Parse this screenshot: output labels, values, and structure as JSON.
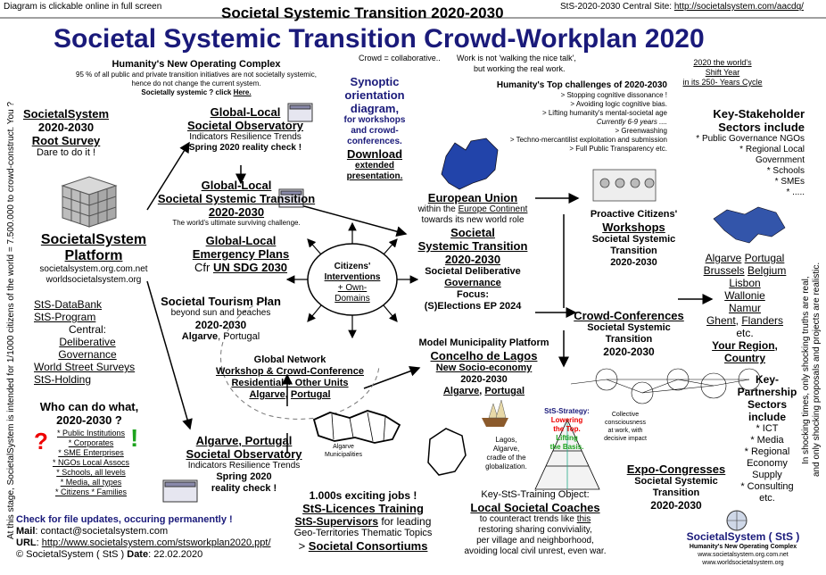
{
  "header": {
    "clickable_note": "Diagram is clickable online in full screen",
    "top_title": "Societal Systemic Transition 2020-2030",
    "central_site_label": "StS-2020-2030 Central Site:",
    "central_site_url": "http://societalsystem.com/aacdq/",
    "main_title": "Societal Systemic Transition Crowd-Workplan 2020"
  },
  "side_texts": {
    "left": "At this stage, SocietalSystem is intended for 1/1000 citizens of the world = 7.500.000 to crowd-construct. You ?",
    "right_1": "In shocking times, only shocking truths are real,",
    "right_2": "and only shocking proposals and projects are realistic."
  },
  "operating_complex": {
    "title": "Humanity's New Operating Complex",
    "line1": "95 % of all public and private transition initiatives are not societally systemic,",
    "line2": "hence do not change the current system.",
    "line3_pre": "Societally systemic ? click",
    "line3_link": "Here."
  },
  "crowd_note": {
    "line1": "Crowd = collaborative..",
    "line2": "Work is not 'walking the nice talk',",
    "line3": "but working the real work."
  },
  "shift_year": {
    "line1": "2020 the world's",
    "line2": "Shift Year",
    "line3": "in its 250- Years Cycle"
  },
  "synoptic": {
    "line1": "Synoptic",
    "line2": "orientation",
    "line3": "diagram,",
    "line4": "for workshops",
    "line5": "and crowd-",
    "line6": "conferences.",
    "line7": "Download",
    "line8": "extended",
    "line9": "presentation."
  },
  "challenges": {
    "title": "Humanity's Top challenges of 2020-2030",
    "items": [
      "> Stopping cognitive dissonance !",
      "> Avoiding logic cognitive bias.",
      "> Lifting humanity's mental-societal age",
      "Currently 6-9 years ....",
      "> Greenwashing",
      "> Techno-mercantilist exploitation and submission",
      "> Full Public Transparency  etc."
    ]
  },
  "key_stakeholder": {
    "title1": "Key-Stakeholder",
    "title2": "Sectors include",
    "items": [
      "* Public Governance NGOs",
      "* Regional Local",
      "Government",
      "* Schools",
      "* SMEs",
      "* ....."
    ]
  },
  "root_survey": {
    "line1": "SocietalSystem",
    "line2": "2020-2030",
    "line3": "Root Survey",
    "line4": "Dare to do it !"
  },
  "platform": {
    "line1": "SocietalSystem",
    "line2": "Platform",
    "line3": "societalsystem.org.com.net",
    "line4": "worldsocietalsystem.org"
  },
  "observatory_top": {
    "line1": "Global-Local",
    "line2": "Societal Observatory",
    "line3": "Indicators Resilience Trends",
    "line4": "Spring 2020 reality check !"
  },
  "sst_global": {
    "line1": "Global-Local",
    "line2": "Societal Systemic Transition",
    "line3": "2020-2030",
    "line4": "The world's ultimate surviving challenge."
  },
  "emergency": {
    "line1": "Global-Local",
    "line2": "Emergency Plans",
    "line3_pre": "Cfr",
    "line3_link": "UN SDG 2030"
  },
  "tourism": {
    "line1": "Societal Tourism Plan",
    "line2": "beyond sun and beaches",
    "line3": "2020-2030",
    "line4_a": "Algarve",
    "line4_b": ", Portugal"
  },
  "eu": {
    "line1": "European Union",
    "line2_pre": "within the",
    "line2_link": "Europe Continent",
    "line3": "towards its new world role",
    "line4": "Societal",
    "line5": "Systemic Transition",
    "line6": "2020-2030",
    "line7": "Societal Deliberative",
    "line8": "Governance",
    "line9": "Focus:",
    "line10": "(S)Elections EP 2024"
  },
  "citizens": {
    "line1": "Citizens'",
    "line2": "Interventions",
    "line3": "+ Own-",
    "line4": "Domains"
  },
  "proactive": {
    "line1": "Proactive Citizens'",
    "line2": "Workshops",
    "line3": "Societal Systemic",
    "line4": "Transition",
    "line5": "2020-2030"
  },
  "regions": {
    "row1_a": "Algarve",
    "row1_b": "Portugal",
    "row2_a": "Brussels",
    "row2_b": "Belgium",
    "row3": "Lisbon",
    "row4": "Wallonie",
    "row5": "Namur",
    "row6_a": "Ghent",
    "row6_b": "Flanders",
    "row7": "etc.",
    "row8": "Your Region,",
    "row9": "Country"
  },
  "datalinks": {
    "items": [
      "StS-DataBank",
      "StS-Program",
      "Central:",
      "Deliberative",
      "Governance",
      "World Street Surveys",
      "StS-Holding"
    ]
  },
  "crowd_conf": {
    "line1": "Crowd-Conferences",
    "line2": "Societal Systemic",
    "line3": "Transition",
    "line4": "2020-2030"
  },
  "global_network": {
    "line1": "Global Network",
    "line2": "Workshop & Crowd-Conference",
    "line3": "Residential + Other Units",
    "line4_a": "Algarve",
    "line4_b": "Portugal"
  },
  "model_muni": {
    "line1": "Model Municipality Platform",
    "line2": "Concelho de Lagos",
    "line3": "New Socio-economy",
    "line4": "2020-2030",
    "line5_a": "Algarve",
    "line5_b": "Portugal"
  },
  "who": {
    "title1": "Who can do what,",
    "title2": "2020-2030 ?",
    "q": "?",
    "ex": "!",
    "items": [
      "* Public Institutions",
      "* Corporates",
      "* SME Enterprises",
      "* NGOs Local Assocs",
      "* Schools, all levels",
      "* Media, all types",
      "* Citizens  * Families"
    ]
  },
  "observatory_bottom": {
    "line1_a": "Algarve",
    "line1_b": ", Portugal",
    "line2": "Societal Observatory",
    "line3": "Indicators Resilience Trends",
    "line4": "Spring 2020",
    "line5": "reality check !"
  },
  "algarve_map_label": {
    "line1": "Algarve",
    "line2": "Municipalities"
  },
  "lagos": {
    "line1": "Lagos,",
    "line2": "Algarve,",
    "line3": "cradle of the",
    "line4": "globalization."
  },
  "strategy": {
    "line1": "StS-Strategy:",
    "line2": "Lowering",
    "line3": "the Top.",
    "line4": "Lifting",
    "line5": "the Basis."
  },
  "collective": {
    "line1": "Collective",
    "line2": "consciousness",
    "line3": "at work, with",
    "line4": "decisive impact"
  },
  "partnership": {
    "title": [
      "Key-",
      "Partnership",
      "Sectors",
      "include"
    ],
    "items": [
      "* ICT",
      "* Media",
      "* Regional",
      "Economy",
      "Supply",
      "* Consulting",
      "etc."
    ]
  },
  "expo": {
    "line1": "Expo-Congresses",
    "line2": "Societal Systemic",
    "line3": "Transition",
    "line4": "2020-2030"
  },
  "licences": {
    "line1": "1.000s exciting jobs !",
    "line2": "StS-Licences Training",
    "line3_a": "StS-Supervisors",
    "line3_b": " for leading",
    "line4": "Geo-Territories Thematic Topics",
    "line5_a": "> ",
    "line5_b": "Societal Consortiums"
  },
  "training": {
    "line1": "Key-StS-Training Object:",
    "line2": "Local Societal Coaches",
    "line3_a": "to counteract trends like ",
    "line3_b": "this",
    "line4": "restoring sharing conviviality,",
    "line5": "per village and neighborhood,",
    "line6": "avoiding local civil unrest, even war."
  },
  "footer": {
    "updates": "Check for file updates, occuring permanently !",
    "mail_label": "Mail",
    "mail_value": ": contact@societalsystem.com",
    "url_label": "URL",
    "url_value": "http://www.societalsystem.com/stsworkplan2020.ppt/",
    "copyright": "© SocietalSystem ( StS ) ",
    "date_label": "Date",
    "date_value": ": 22.02.2020"
  },
  "logo": {
    "title": "SocietalSystem ( StS )",
    "tagline": "Humanity's New Operating Complex",
    "url1": "www.societalsystem.org.com.net",
    "url2": "www.worldsocietalsystem.org"
  },
  "colors": {
    "navy": "#1a1a7a",
    "red": "#e00000",
    "green": "#1ea31e",
    "link_blue": "#0000cc"
  }
}
